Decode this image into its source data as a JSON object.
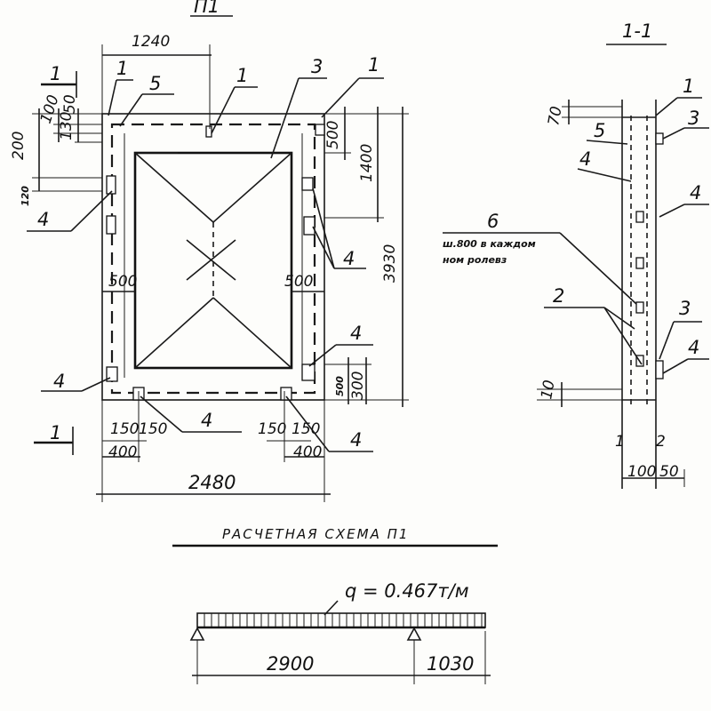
{
  "sheet_label": "П1",
  "plan_view": {
    "dims": {
      "top_half_width": "1240",
      "d100": "100",
      "d50": "50",
      "d200": "200",
      "d130": "130",
      "d120": "120",
      "d500_top": "500",
      "d1400": "1400",
      "d3930": "3930",
      "d500_left": "500",
      "d500_right": "500",
      "d500_bottom": "500",
      "d300": "300",
      "d150_a": "150",
      "d150_b": "150",
      "d400_left": "400",
      "d150_c": "150",
      "d150_d": "150",
      "d400_right": "400",
      "total_width": "2480"
    },
    "callouts": {
      "c1_a": "1",
      "c5": "5",
      "c1_b": "1",
      "c3": "3",
      "c1_c": "1",
      "c4_left_top": "4",
      "c4_right_mid": "4",
      "c4_right_low": "4",
      "c4_left_low": "4",
      "c4_bottom_mid": "4",
      "c4_bottom_right": "4"
    },
    "section_mark_top": "1",
    "section_mark_bottom": "1"
  },
  "section_view": {
    "title": "1-1",
    "dims": {
      "d70": "70",
      "d10": "10",
      "d100": "100",
      "d50": "50"
    },
    "callouts": {
      "c1_top": "1",
      "c3_top": "3",
      "c5": "5",
      "c4_a": "4",
      "c4_b": "4",
      "c6": "6",
      "c2": "2",
      "c3_low": "3",
      "c4_low": "4"
    },
    "note_line1": "ш.800 в каждом",
    "note_line2": "ном ролевз",
    "bottom_marks": [
      "1",
      "2"
    ]
  },
  "calc_scheme": {
    "title": "РАСЧЕТНАЯ СХЕМА П1",
    "load": "q = 0.467т/м",
    "span_main": "2900",
    "span_cantilever": "1030"
  }
}
